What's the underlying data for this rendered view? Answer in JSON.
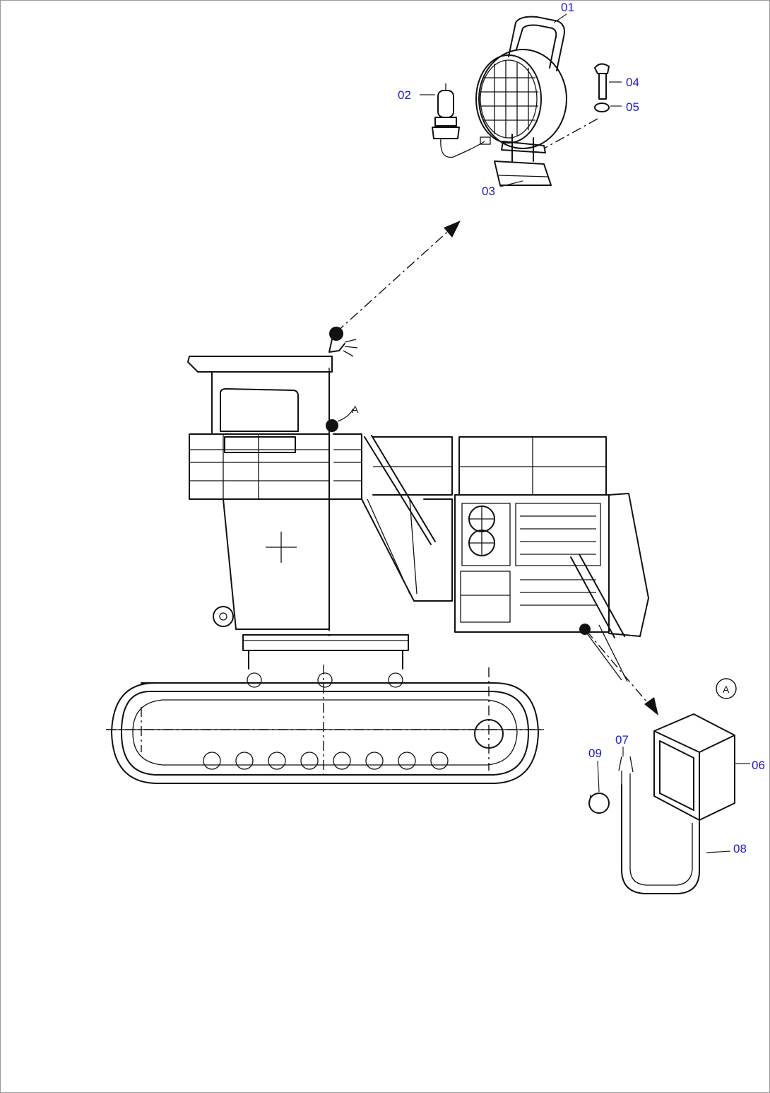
{
  "callouts": {
    "c01": "01",
    "c02": "02",
    "c03": "03",
    "c04": "04",
    "c05": "05",
    "c06": "06",
    "c07": "07",
    "c08": "08",
    "c09": "09"
  },
  "detail_marks": {
    "a_on_machine": "A",
    "a_circled": "A"
  },
  "colors": {
    "callout": "#1a1ad6",
    "line": "#111111",
    "frame": "#9a9a9a"
  }
}
